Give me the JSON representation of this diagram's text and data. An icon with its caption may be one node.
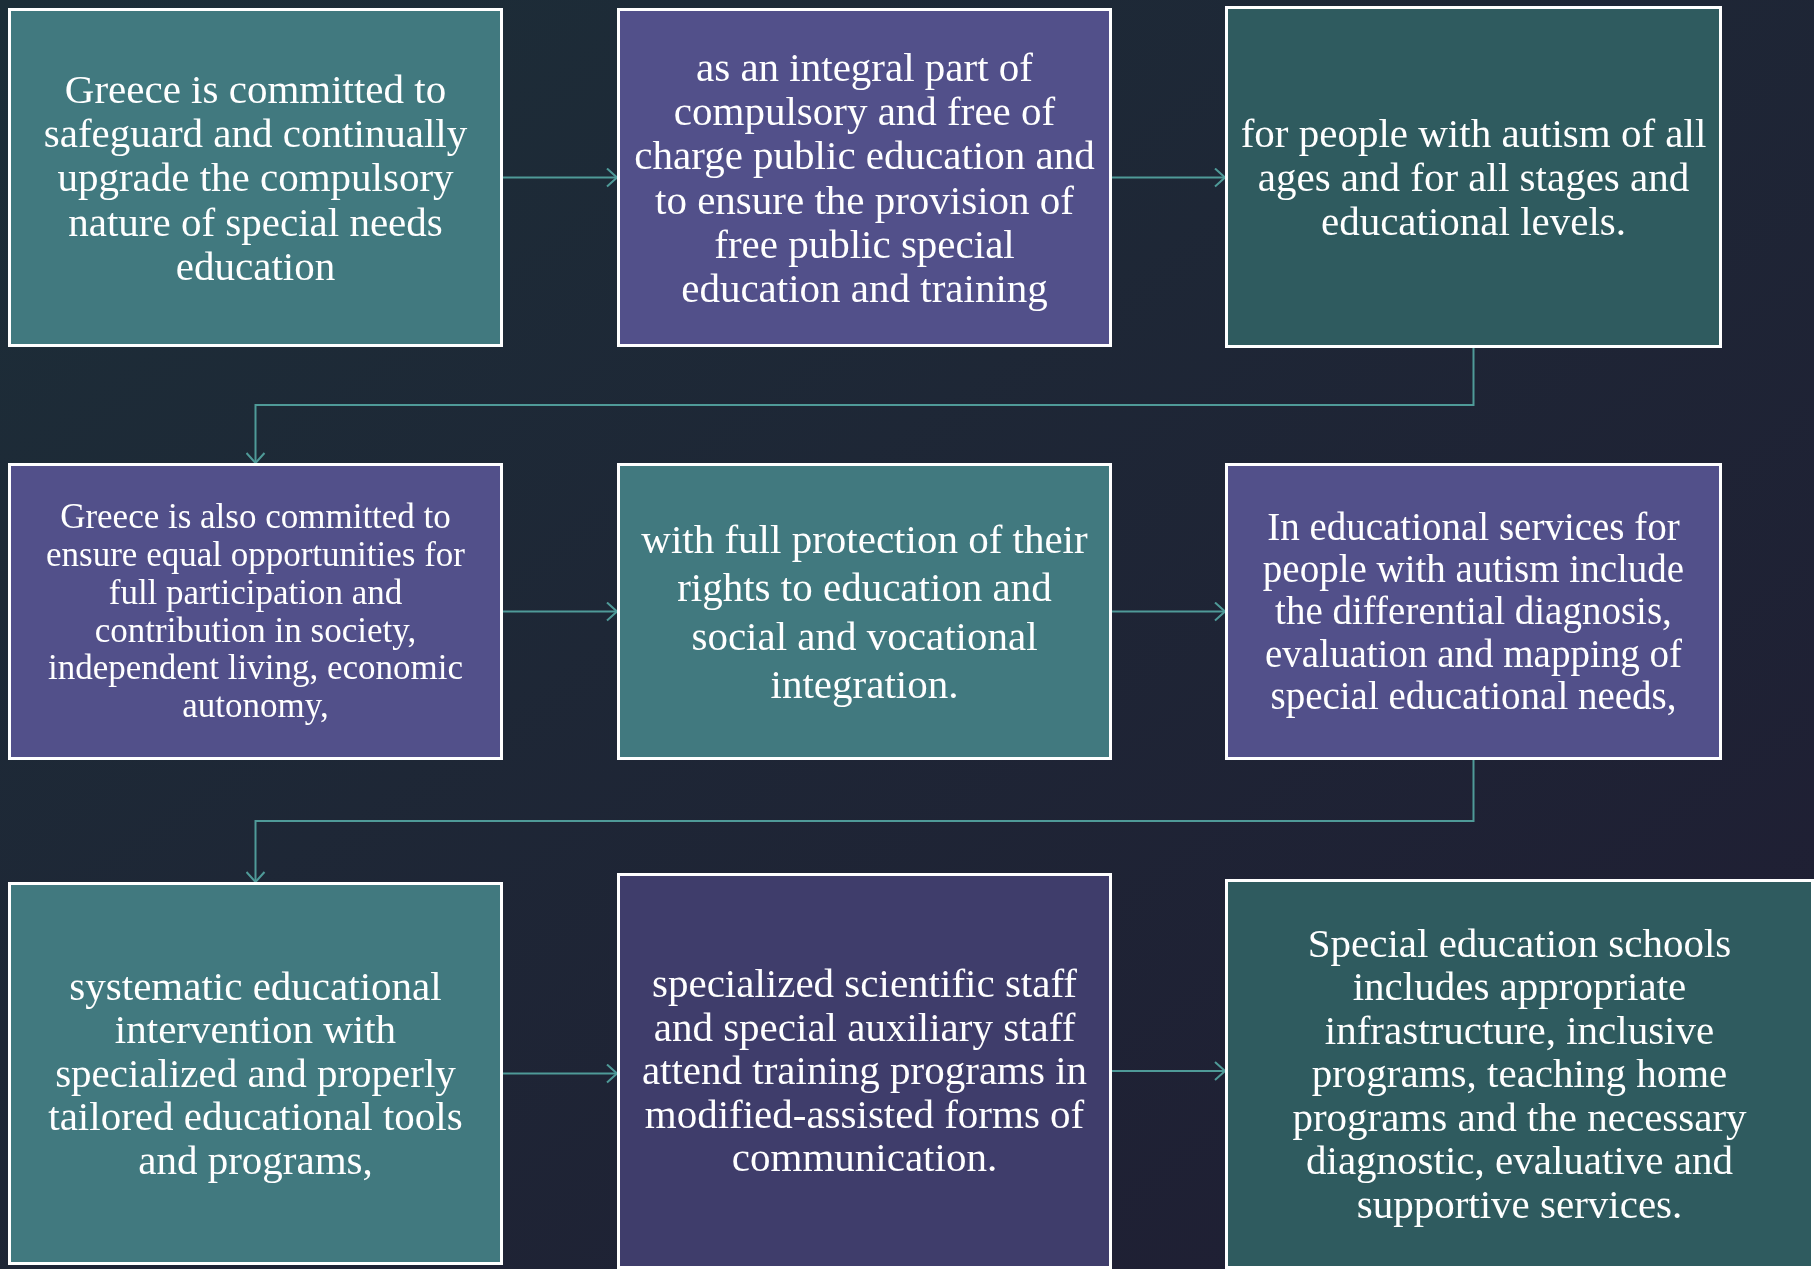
{
  "diagram": {
    "nodes": [
      {
        "text": [
          "Greece is committed to safeguard and continually upgrade the compulsory nature of special needs education"
        ]
      },
      {
        "text": [
          "as an integral part of compulsory and free of charge public education and to ensure the provision of free public special education and training"
        ]
      },
      {
        "text": [
          "for people with autism of all ages and for all stages and educational levels."
        ]
      },
      {
        "text": [
          "Greece is also committed to ensure equal opportunities for full participation and contribution in society, independent living, economic autonomy,"
        ]
      },
      {
        "text": [
          "with full protection of their rights to education and social and vocational integration."
        ]
      },
      {
        "text": [
          "In educational services for people with autism include the differential diagnosis, evaluation and mapping of special educational needs,"
        ]
      },
      {
        "text": [
          "systematic educational intervention with specialized and properly tailored educational tools and programs,"
        ]
      },
      {
        "text": [
          "specialized scientific staff and special auxiliary staff attend training programs in modified-assisted forms of communication."
        ]
      },
      {
        "text": [
          "Special education schools includes appropriate infrastructure, inclusive programs, teaching home programs and the necessary diagnostic, evaluative and supportive services."
        ]
      }
    ],
    "edges": [
      {
        "from": 0,
        "to": 1,
        "arrow": "to"
      },
      {
        "from": 1,
        "to": 2,
        "arrow": "to"
      },
      {
        "from": 2,
        "to": 3,
        "arrow": "to"
      },
      {
        "from": 3,
        "to": 4,
        "arrow": "to"
      },
      {
        "from": 4,
        "to": 5,
        "arrow": "to"
      },
      {
        "from": 5,
        "to": 6,
        "arrow": "to"
      },
      {
        "from": 6,
        "to": 7,
        "arrow": "to"
      },
      {
        "from": 7,
        "to": 8,
        "arrow": "to"
      }
    ]
  }
}
